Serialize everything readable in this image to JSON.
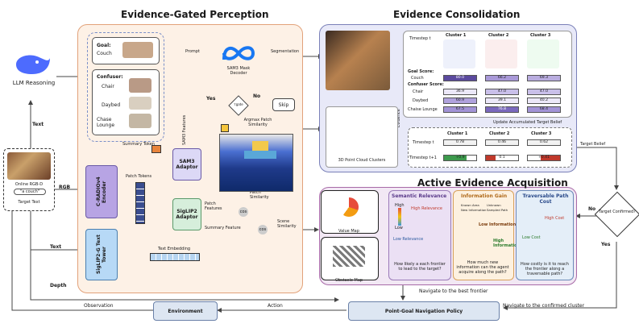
{
  "sections": {
    "perception": "Evidence-Gated Perception",
    "consolidation": "Evidence Consolidation",
    "acquisition": "Active Evidence Acquisition"
  },
  "left": {
    "llm": "LLM Reasoning",
    "text_label": "Text",
    "online": "Online RGB-D",
    "target_quote": "\"a couch\"",
    "target_text": "Target Text",
    "rgb": "RGB",
    "text2": "Text",
    "depth": "Depth"
  },
  "perception": {
    "goal_label": "Goal:",
    "goal_item": "Couch",
    "confuser_label": "Confuser:",
    "confusers": [
      "Chair",
      "Daybed",
      "Chase Lounge"
    ],
    "prompt": "Prompt",
    "sam3_decoder": "SAM3 Mask Decoder",
    "segmentation": "Segmentation",
    "yes": "Yes",
    "no": "No",
    "tgate": "τgate",
    "skip": "Skip",
    "argmax": "Argmax Patch Similarity",
    "sam3_features": "SAM3 Features",
    "summary_token": "Summary Token",
    "patch_tokens": "Patch Tokens",
    "cradio": "C-RADIOv4 Encoder",
    "sam3_adaptor": "SAM3 Adaptor",
    "siglip2_adaptor": "SigLIP2 Adaptor",
    "patch_features": "Patch Features",
    "patch_similarity": "Patch Similarity",
    "summary_feature": "Summary Feature",
    "scene_similarity": "Scene Similarity",
    "cos": "cos",
    "siglip2_text": "SigLIP2-G Text Tower",
    "text_embedding": "Text Embedding"
  },
  "consolidation": {
    "perceptual": "Perceptual Evidence",
    "pcloud": "3D Point Cloud Clusters",
    "timestep": "Timestep t",
    "clusters": [
      "Cluster 1",
      "Cluster 2",
      "Cluster 3"
    ],
    "goal_score": "Goal Score:",
    "couch": "Couch",
    "couch_vals": [
      "80.0",
      "66.2",
      "69.3"
    ],
    "confuser_score": "Confuser Score:",
    "rows": [
      {
        "name": "Chair",
        "vals": [
          "36.9",
          "47.0",
          "47.0"
        ]
      },
      {
        "name": "Daybed",
        "vals": [
          "60.9",
          "39.1",
          "40.2"
        ]
      },
      {
        "name": "Chaise Lounge",
        "vals": [
          "67.5",
          "76.8",
          "68.4"
        ]
      }
    ],
    "update": "Update Accumulated Target Belief",
    "t_row": "Timestep t",
    "t_vals": [
      "0.78",
      "0.46",
      "0.62"
    ],
    "t1_row": "Timestep t+1",
    "t1_vals": [
      "+0.9",
      "0.1",
      "+0.41"
    ],
    "target_belief": "Target Belief"
  },
  "acquisition": {
    "value_map": "Value Map",
    "obstacle_map": "Obstacle Map",
    "semantic_title": "Semantic Relevance",
    "high": "High",
    "low": "Low",
    "high_rel": "High Relevance",
    "low_rel": "Low Relevance",
    "semantic_q": "How likely a each frontier to lead to the target?",
    "info_title": "Information Gain",
    "info_legend": [
      "Known Area",
      "Unknown",
      "New Information",
      "Sampled Path"
    ],
    "low_info": "Low Information",
    "high_info": "High Information",
    "info_q": "How much new information can the agent acquire along the path?",
    "trav_title": "Traversable Path Cost",
    "high_cost": "High Cost",
    "low_cost": "Low Cost",
    "trav_q": "How costly is it to reach the frontier along a traversable path?"
  },
  "right": {
    "target_confirmed": "Target Confirmed?",
    "no": "No",
    "yes": "Yes"
  },
  "bottom": {
    "navigate_best": "Navigate to the best frontier",
    "observation": "Observation",
    "action": "Action",
    "navigate_confirmed": "Navigate to the confirmed cluster",
    "environment": "Environment",
    "policy": "Point-Goal Navigation Policy"
  }
}
